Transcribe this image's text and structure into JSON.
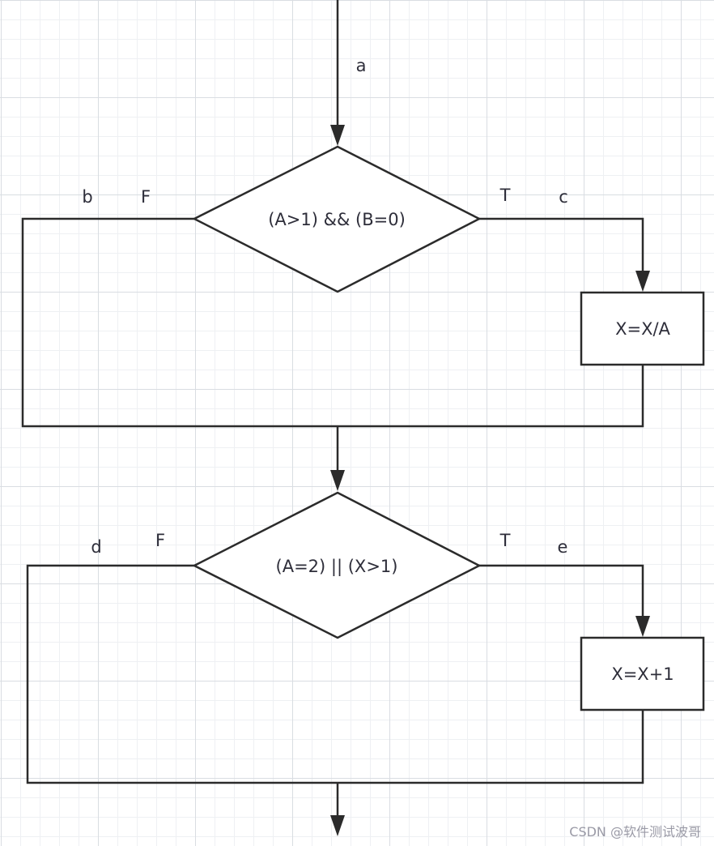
{
  "diagram": {
    "decision1": {
      "text": "(A>1) && (B=0)"
    },
    "process1": {
      "text": "X=X/A"
    },
    "decision2": {
      "text": "(A=2) || (X>1)"
    },
    "process2": {
      "text": "X=X+1"
    },
    "labels": {
      "a": "a",
      "b": "b",
      "f1": "F",
      "t1": "T",
      "c": "c",
      "d": "d",
      "f2": "F",
      "t2": "T",
      "e": "e"
    }
  },
  "watermark": "CSDN @软件测试波哥",
  "colors": {
    "line": "#2b2b2b",
    "text": "#2e2e3a",
    "grid": "#d9dde2",
    "background": "#ffffff"
  }
}
